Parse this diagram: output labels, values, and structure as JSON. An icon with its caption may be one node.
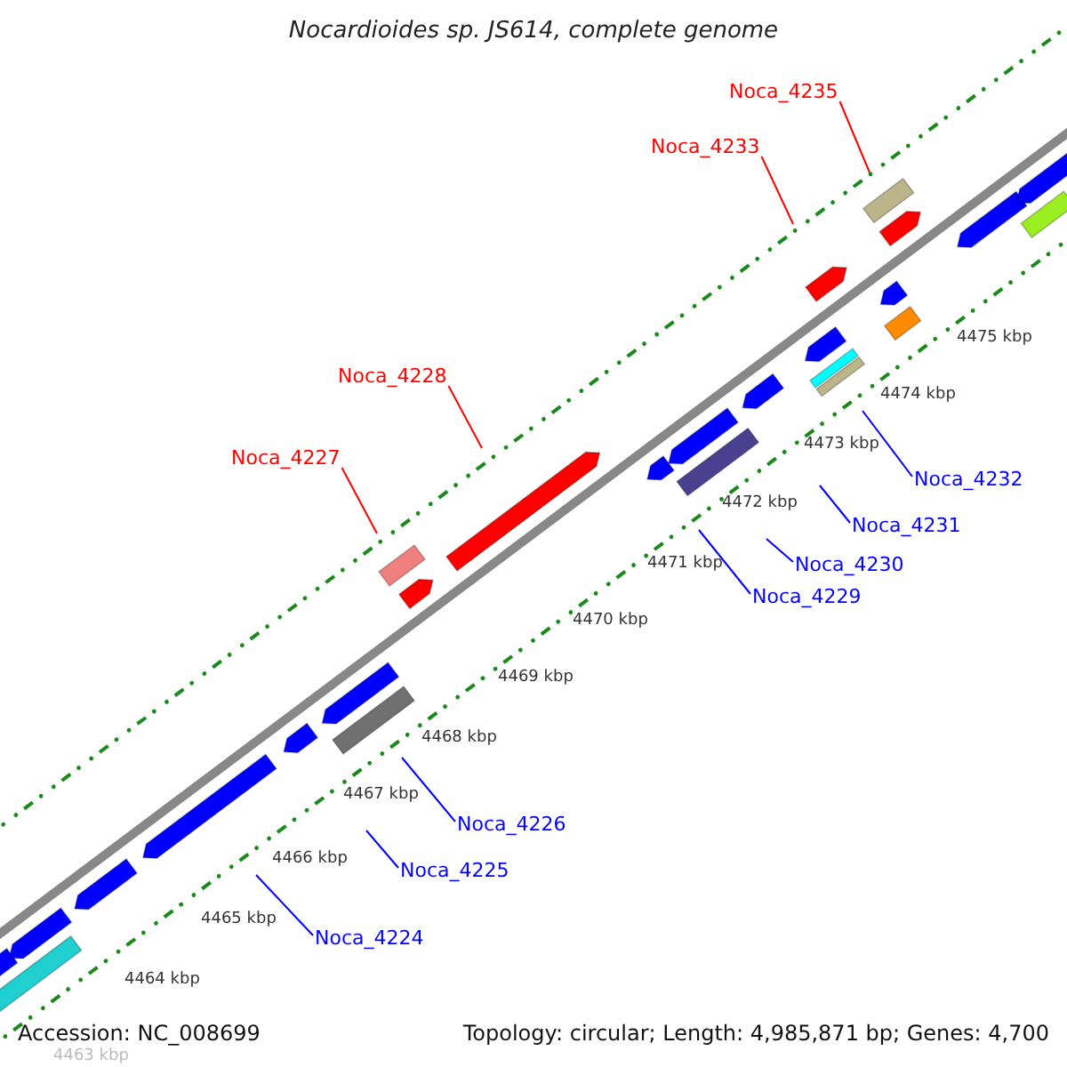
{
  "diagram": {
    "title": "Nocardioides sp. JS614, complete genome",
    "nodes": [
      {
        "text": [
          "Noca_4235"
        ]
      },
      {
        "text": [
          "Noca_4233"
        ]
      },
      {
        "text": [
          "Noca_4228"
        ]
      },
      {
        "text": [
          "Noca_4227"
        ]
      },
      {
        "text": [
          "Noca_4232"
        ]
      },
      {
        "text": [
          "Noca_4231"
        ]
      },
      {
        "text": [
          "Noca_4230"
        ]
      },
      {
        "text": [
          "Noca_4229"
        ]
      },
      {
        "text": [
          "Noca_4226"
        ]
      },
      {
        "text": [
          "Noca_4225"
        ]
      },
      {
        "text": [
          "Noca_4224"
        ]
      }
    ],
    "edges": [
      {
        "from": 0,
        "to": null,
        "arrow": "none",
        "color": "#ff0000"
      },
      {
        "from": 1,
        "to": null,
        "arrow": "none",
        "color": "#ff0000"
      },
      {
        "from": 2,
        "to": null,
        "arrow": "none",
        "color": "#ff0000"
      },
      {
        "from": 3,
        "to": null,
        "arrow": "none",
        "color": "#ff0000"
      },
      {
        "from": 4,
        "to": null,
        "arrow": "none"
      },
      {
        "from": 5,
        "to": null,
        "arrow": "none"
      },
      {
        "from": 6,
        "to": null,
        "arrow": "none"
      },
      {
        "from": 7,
        "to": null,
        "arrow": "none"
      },
      {
        "from": 8,
        "to": null,
        "arrow": "none"
      },
      {
        "from": 9,
        "to": null,
        "arrow": "none"
      },
      {
        "from": 10,
        "to": null,
        "arrow": "none"
      }
    ],
    "labels": [
      "4475 kbp",
      "4474 kbp",
      "4473 kbp",
      "4472 kbp",
      "4471 kbp",
      "4470 kbp",
      "4469 kbp",
      "4468 kbp",
      "4467 kbp",
      "4466 kbp",
      "4465 kbp",
      "4464 kbp",
      "4463 kbp",
      "Accession: NC_008699",
      "Topology: circular; Length: 4,985,871 bp; Genes: 4,700"
    ]
  }
}
